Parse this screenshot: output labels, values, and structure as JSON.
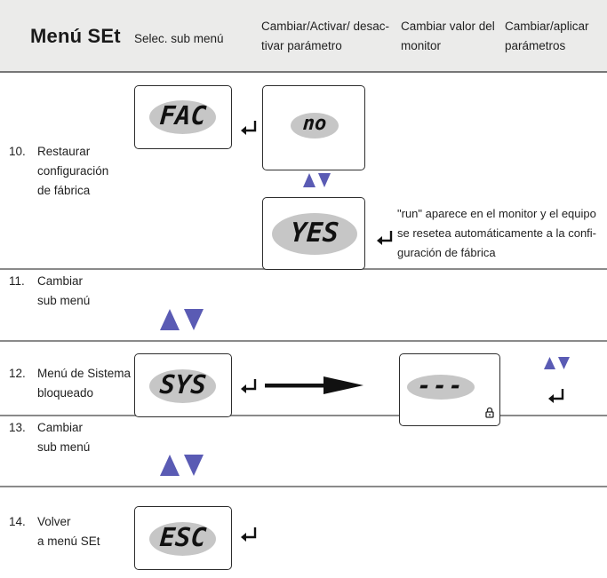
{
  "header": {
    "title": "Menú SEt",
    "col1": "Selec. sub menú",
    "col2_line1": "Cambiar/Activar/ desac-",
    "col2_line2": "tivar parámetro",
    "col3_line1": "Cambiar valor del",
    "col3_line2": "monitor",
    "col4_line1": "Cambiar/aplicar",
    "col4_line2": "parámetros"
  },
  "rows": [
    {
      "num": "10.",
      "lines": [
        "Restaurar",
        "configuración",
        "de fábrica"
      ]
    },
    {
      "num": "11.",
      "lines": [
        "Cambiar",
        "sub menú"
      ]
    },
    {
      "num": "12.",
      "lines": [
        "Menú de Sistema",
        "bloqueado"
      ]
    },
    {
      "num": "13.",
      "lines": [
        "Cambiar",
        "sub menú"
      ]
    },
    {
      "num": "14.",
      "lines": [
        "Volver",
        "a menú SEt"
      ]
    }
  ],
  "displays": {
    "fac": "FAC",
    "no": "no",
    "yes": "YES",
    "sys": "SYS",
    "dashes": "---",
    "esc": "ESC"
  },
  "note": {
    "line1": "\"run\" aparece en el monitor y el equipo",
    "line2": "se resetea automáticamente a la confi-",
    "line3": "guración de fábrica"
  },
  "colors": {
    "arrow_blue": "#5a5bb4",
    "lcd_fill": "#c6c6c6",
    "header_bg": "#ebebea"
  },
  "icons": [
    "up-down-arrows-icon",
    "enter-icon",
    "right-arrow-icon",
    "lock-icon"
  ]
}
